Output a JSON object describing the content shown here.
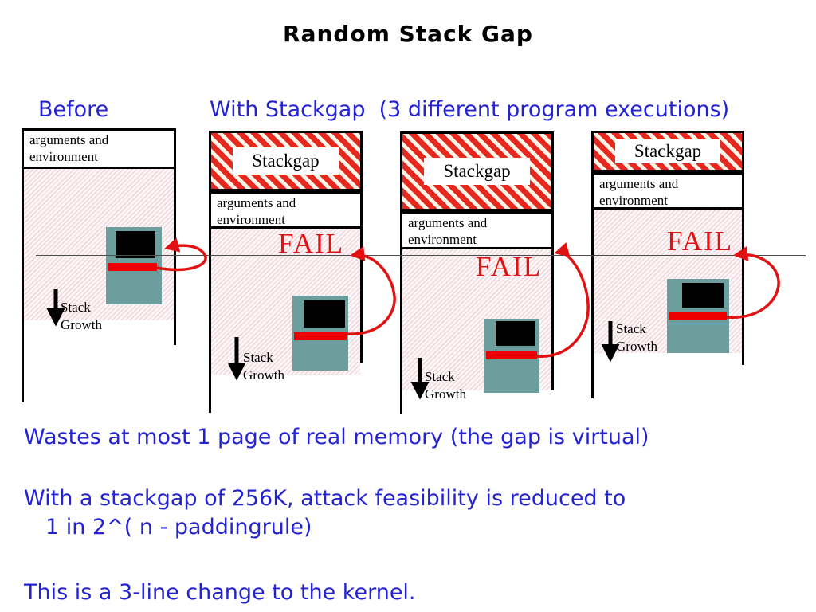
{
  "slide_title": "Random Stack Gap",
  "header": {
    "before_label": "Before",
    "with_stackgap_label": "With Stackgap  (3 different program executions)"
  },
  "diagram": {
    "columns": [
      {
        "id": "before",
        "args_label": "arguments and environment",
        "stack_growth_label": "Stack Growth"
      },
      {
        "id": "execution-1",
        "stackgap_label": "Stackgap",
        "args_label": "arguments and environment",
        "stack_growth_label": "Stack Growth",
        "fail_label": "FAIL"
      },
      {
        "id": "execution-2",
        "stackgap_label": "Stackgap",
        "args_label": "arguments and environment",
        "stack_growth_label": "Stack Growth",
        "fail_label": "FAIL"
      },
      {
        "id": "execution-3",
        "stackgap_label": "Stackgap",
        "args_label": "arguments and environment",
        "stack_growth_label": "Stack Growth",
        "fail_label": "FAIL"
      }
    ]
  },
  "body": {
    "line1": "Wastes at most 1 page of real memory (the gap is virtual)",
    "line2": "With a stackgap of 256K, attack feasibility is reduced to",
    "line3": "1 in 2^( n - paddingrule)",
    "line4": "This is a 3-line change to the kernel."
  },
  "colors": {
    "heading_text": "#000000",
    "annotation_text": "#2323d3",
    "fail_text": "#e31212",
    "stackgap_stripe": "#e6281e",
    "stackgap_stripe_bg": "#fdf5e8",
    "stack_hatch_line": "#eeccd5",
    "computer_body": "#6d9e9e",
    "computer_screen": "#000000",
    "overflow_bar": "#ee0000",
    "attack_arrow": "#e31212"
  }
}
